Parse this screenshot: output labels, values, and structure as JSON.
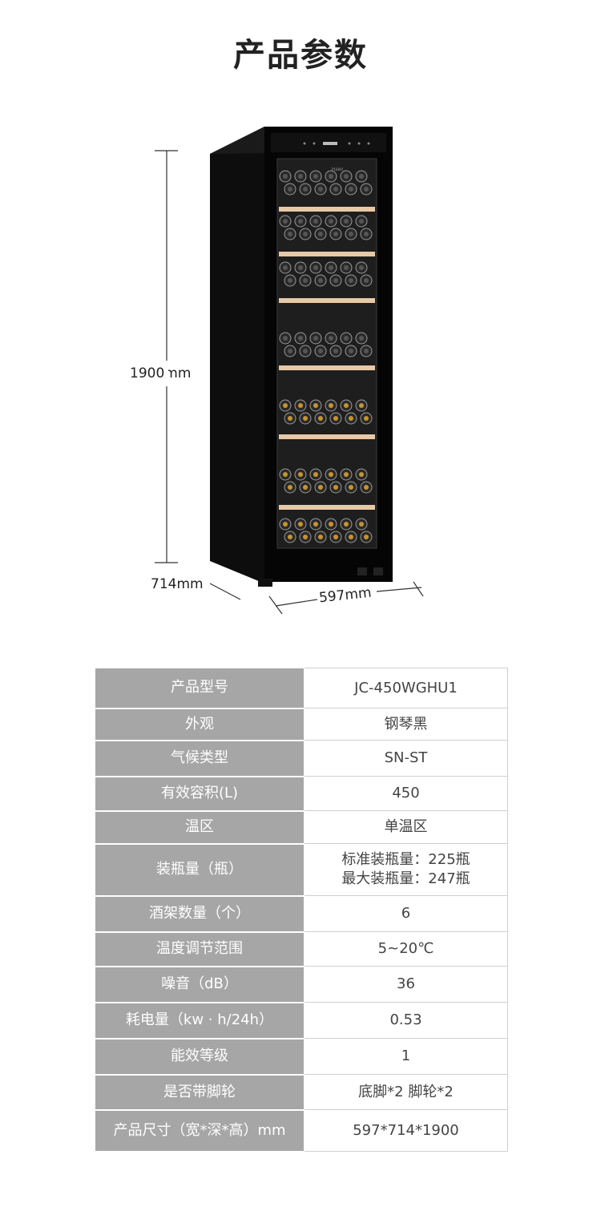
{
  "page": {
    "title": "产品参数"
  },
  "dimensions": {
    "height": "1900mm",
    "depth": "714mm",
    "width": "597mm"
  },
  "product_image": {
    "brand": "Haier"
  },
  "specs": [
    {
      "key": "产品型号",
      "value": [
        "JC-450WGHU1"
      ]
    },
    {
      "key": "外观",
      "value": [
        "钢琴黑"
      ]
    },
    {
      "key": "气候类型",
      "value": [
        "SN-ST"
      ]
    },
    {
      "key": "有效容积(L)",
      "value": [
        "450"
      ]
    },
    {
      "key": "温区",
      "value": [
        "单温区"
      ]
    },
    {
      "key": "装瓶量（瓶）",
      "value": [
        "标准装瓶量：225瓶",
        "最大装瓶量：247瓶"
      ]
    },
    {
      "key": "酒架数量（个）",
      "value": [
        "6"
      ]
    },
    {
      "key": "温度调节范围",
      "value": [
        "5~20℃"
      ]
    },
    {
      "key": "噪音（dB）",
      "value": [
        "36"
      ]
    },
    {
      "key": "耗电量（kw · h/24h）",
      "value": [
        "0.53"
      ]
    },
    {
      "key": "能效等级",
      "value": [
        "1"
      ]
    },
    {
      "key": "是否带脚轮",
      "value": [
        "底脚*2 脚轮*2"
      ]
    },
    {
      "key": "产品尺寸（宽*深*高）mm",
      "value": [
        "597*714*1900"
      ]
    }
  ]
}
